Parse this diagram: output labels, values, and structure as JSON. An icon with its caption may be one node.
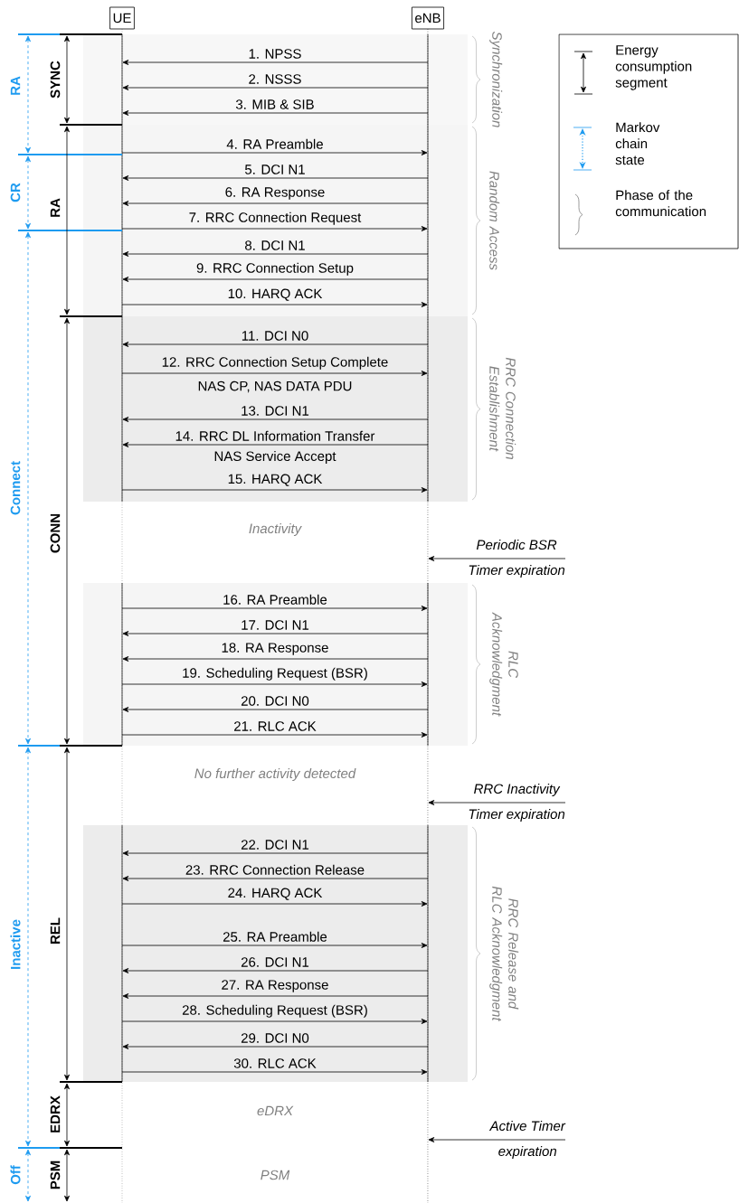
{
  "diagram": {
    "nodes": [
      {
        "text": [
          "UE"
        ]
      },
      {
        "text": [
          "eNB"
        ]
      },
      {
        "text": [
          "Periodic BSR",
          "Timer expiration"
        ]
      },
      {
        "text": [
          "RRC Inactivity",
          "Timer expiration"
        ]
      },
      {
        "text": [
          "Active Timer",
          "expiration"
        ]
      }
    ],
    "edges": [
      {
        "from": 1,
        "to": 0,
        "arrow": "to",
        "label": "1. NPSS"
      },
      {
        "from": 1,
        "to": 0,
        "arrow": "to",
        "label": "2. NSSS"
      },
      {
        "from": 1,
        "to": 0,
        "arrow": "to",
        "label": "3. MIB & SIB"
      },
      {
        "from": 0,
        "to": 1,
        "arrow": "to",
        "label": "4. RA Preamble"
      },
      {
        "from": 1,
        "to": 0,
        "arrow": "to",
        "label": "5. DCI N1"
      },
      {
        "from": 1,
        "to": 0,
        "arrow": "to",
        "label": "6. RA Response"
      },
      {
        "from": 0,
        "to": 1,
        "arrow": "to",
        "label": "7. RRC Connection Request"
      },
      {
        "from": 1,
        "to": 0,
        "arrow": "to",
        "label": "8. DCI N1"
      },
      {
        "from": 1,
        "to": 0,
        "arrow": "to",
        "label": "9. RRC Connection Setup"
      },
      {
        "from": 0,
        "to": 1,
        "arrow": "to",
        "label": "10. HARQ ACK"
      },
      {
        "from": 1,
        "to": 0,
        "arrow": "to",
        "label": "11. DCI N0"
      },
      {
        "from": 0,
        "to": 1,
        "arrow": "to",
        "label": "12. RRC Connection Setup Complete"
      },
      {
        "from": 1,
        "to": 0,
        "arrow": "to",
        "label": "13. DCI N1"
      },
      {
        "from": 1,
        "to": 0,
        "arrow": "to",
        "label": "14. RRC DL Information Transfer"
      },
      {
        "from": 0,
        "to": 1,
        "arrow": "to",
        "label": "15. HARQ ACK"
      },
      {
        "from": 2,
        "to": 1,
        "arrow": "to"
      },
      {
        "from": 0,
        "to": 1,
        "arrow": "to",
        "label": "16. RA Preamble"
      },
      {
        "from": 1,
        "to": 0,
        "arrow": "to",
        "label": "17. DCI N1"
      },
      {
        "from": 1,
        "to": 0,
        "arrow": "to",
        "label": "18. RA Response"
      },
      {
        "from": 0,
        "to": 1,
        "arrow": "to",
        "label": "19. Scheduling Request (BSR)"
      },
      {
        "from": 1,
        "to": 0,
        "arrow": "to",
        "label": "20. DCI N0"
      },
      {
        "from": 0,
        "to": 1,
        "arrow": "to",
        "label": "21. RLC ACK"
      },
      {
        "from": 3,
        "to": 1,
        "arrow": "to"
      },
      {
        "from": 1,
        "to": 0,
        "arrow": "to",
        "label": "22. DCI N1"
      },
      {
        "from": 1,
        "to": 0,
        "arrow": "to",
        "label": "23. RRC Connection Release"
      },
      {
        "from": 0,
        "to": 1,
        "arrow": "to",
        "label": "24. HARQ ACK"
      },
      {
        "from": 0,
        "to": 1,
        "arrow": "to",
        "label": "25. RA Preamble"
      },
      {
        "from": 1,
        "to": 0,
        "arrow": "to",
        "label": "26. DCI N1"
      },
      {
        "from": 1,
        "to": 0,
        "arrow": "to",
        "label": "27. RA Response"
      },
      {
        "from": 0,
        "to": 1,
        "arrow": "to",
        "label": "28. Scheduling Request (BSR)"
      },
      {
        "from": 1,
        "to": 0,
        "arrow": "to",
        "label": "29. DCI N0"
      },
      {
        "from": 0,
        "to": 1,
        "arrow": "to",
        "label": "30. RLC ACK"
      },
      {
        "from": 4,
        "to": 1,
        "arrow": "to"
      }
    ],
    "labels": [
      "RA",
      "SYNC",
      "Synchronization",
      "CR",
      "RA",
      "Random Access",
      "NAS CP, NAS DATA PDU",
      "NAS Service Accept",
      "RRC Connection Establishment",
      "Connect",
      "Inactivity",
      "CONN",
      "RLC Acknowledgment",
      "No further activity detected",
      "REL",
      "Inactive",
      "RRC Release and RLC Acknowledgment",
      "eDRX",
      "EDRX",
      "PSM",
      "Off",
      "PSM"
    ],
    "legend": [
      {
        "text": "Energy consumption segment"
      },
      {
        "text": "Markov chain state"
      },
      {
        "text": "Phase of the communication"
      }
    ]
  }
}
